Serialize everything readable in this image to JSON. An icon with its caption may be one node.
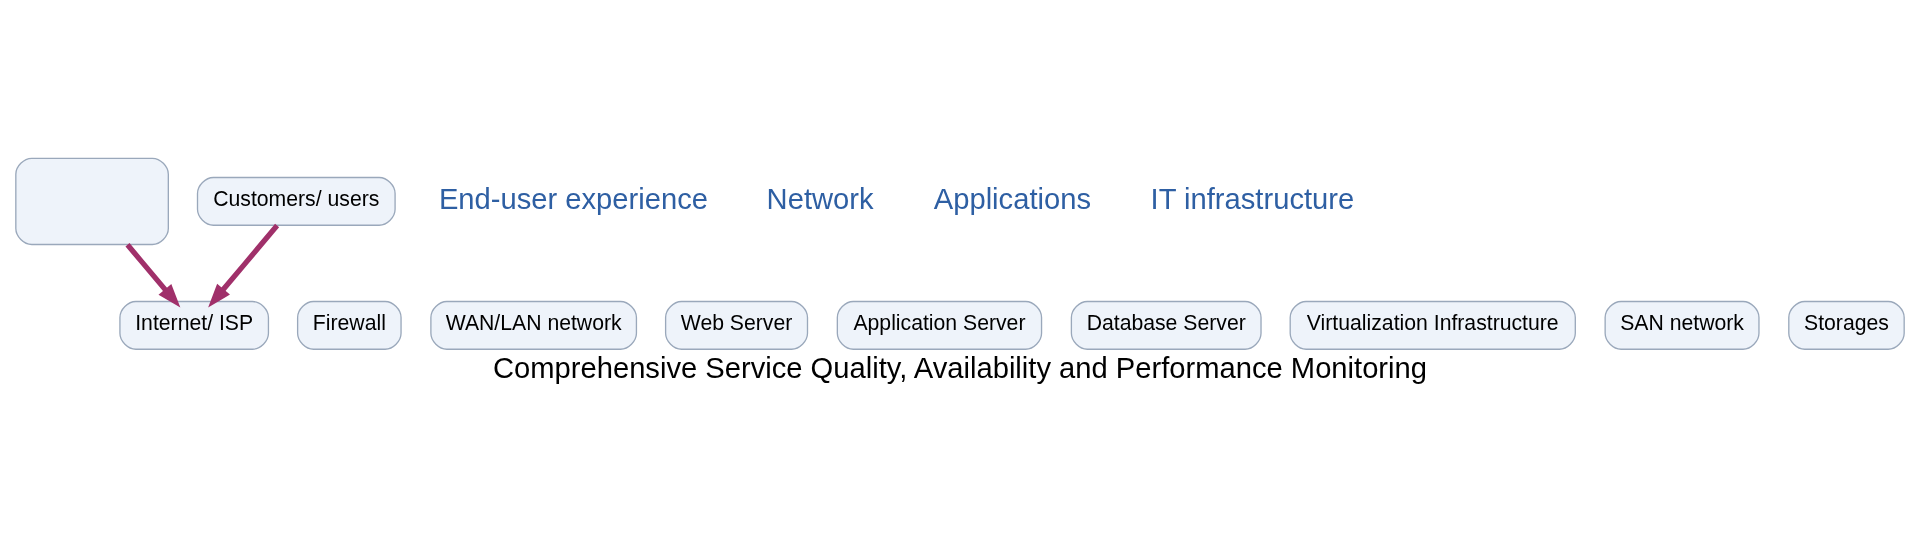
{
  "diagram": {
    "caption": "Comprehensive Service Quality, Availability and Performance Monitoring",
    "nodes": [
      {
        "text": [],
        "shape": "box"
      },
      {
        "text": [
          "Customers/ users"
        ]
      },
      {
        "text": [
          "Internet/ ISP"
        ]
      },
      {
        "text": [
          "Firewall"
        ]
      },
      {
        "text": [
          "WAN/LAN network"
        ]
      },
      {
        "text": [
          "Web Server"
        ]
      },
      {
        "text": [
          "Application Server"
        ]
      },
      {
        "text": [
          "Database Server"
        ]
      },
      {
        "text": [
          "Virtualization Infrastructure"
        ]
      },
      {
        "text": [
          "SAN network"
        ]
      },
      {
        "text": [
          "Storages"
        ]
      }
    ],
    "edges": [
      {
        "from": 0,
        "to": 2,
        "arrow": "to"
      },
      {
        "from": 1,
        "to": 2,
        "arrow": "to"
      }
    ],
    "labels": [
      "End-user experience",
      "Network",
      "Applications",
      "IT infrastructure"
    ]
  }
}
